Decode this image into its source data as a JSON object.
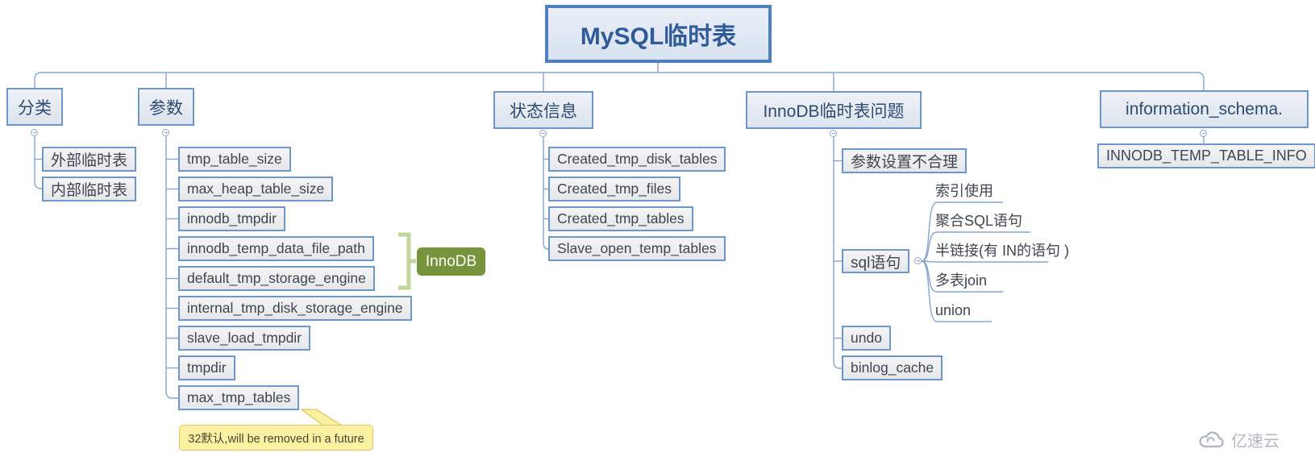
{
  "root": {
    "label": "MySQL临时表"
  },
  "branches": [
    {
      "label": "分类",
      "children": [
        {
          "label": "外部临时表"
        },
        {
          "label": "内部临时表"
        }
      ]
    },
    {
      "label": "参数",
      "children": [
        {
          "label": "tmp_table_size"
        },
        {
          "label": "max_heap_table_size"
        },
        {
          "label": "innodb_tmpdir"
        },
        {
          "label": "innodb_temp_data_file_path"
        },
        {
          "label": "default_tmp_storage_engine"
        },
        {
          "label": "internal_tmp_disk_storage_engine"
        },
        {
          "label": "slave_load_tmpdir"
        },
        {
          "label": "tmpdir"
        },
        {
          "label": "max_tmp_tables"
        }
      ],
      "group": {
        "label": "InnoDB",
        "color": "#77933c",
        "applies_to": [
          "innodb_temp_data_file_path",
          "default_tmp_storage_engine"
        ]
      },
      "note": {
        "text": "32默认,will be removed in a future",
        "attached_to": "max_tmp_tables"
      }
    },
    {
      "label": "状态信息",
      "children": [
        {
          "label": "Created_tmp_disk_tables"
        },
        {
          "label": "Created_tmp_files"
        },
        {
          "label": "Created_tmp_tables"
        },
        {
          "label": "Slave_open_temp_tables"
        }
      ]
    },
    {
      "label": "InnoDB临时表问题",
      "children": [
        {
          "label": "参数设置不合理"
        },
        {
          "label": "sql语句",
          "children": [
            {
              "label": "索引使用"
            },
            {
              "label": "聚合SQL语句"
            },
            {
              "label": "半链接(有 IN的语句 )"
            },
            {
              "label": "多表join"
            },
            {
              "label": "union"
            }
          ]
        },
        {
          "label": "undo"
        },
        {
          "label": "binlog_cache"
        }
      ]
    },
    {
      "label": "information_schema.",
      "children": [
        {
          "label": "INNODB_TEMP_TABLE_INFO"
        }
      ]
    }
  ],
  "colors": {
    "root_border": "#4e80bd",
    "node_border": "#6d97c9",
    "line": "#87a5cf",
    "group_bracket": "#c3d69b",
    "group_fill": "#77933c",
    "note_fill": "#fcf0a2",
    "note_border": "#e2c65f"
  },
  "watermark": {
    "text": "亿速云"
  }
}
